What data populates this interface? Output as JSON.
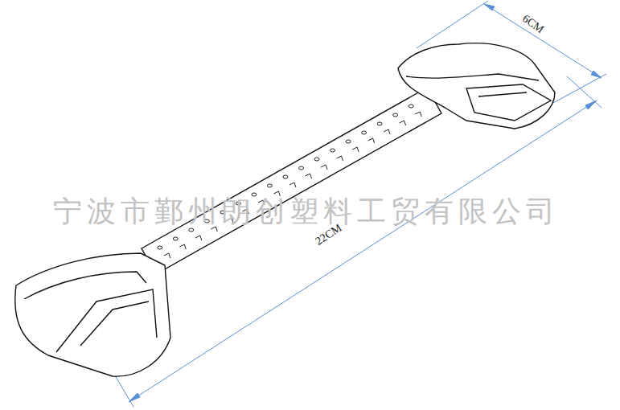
{
  "diagram": {
    "labels": [
      "6CM",
      "22CM",
      "宁波市鄞州朗创塑料工贸有限公司"
    ]
  }
}
